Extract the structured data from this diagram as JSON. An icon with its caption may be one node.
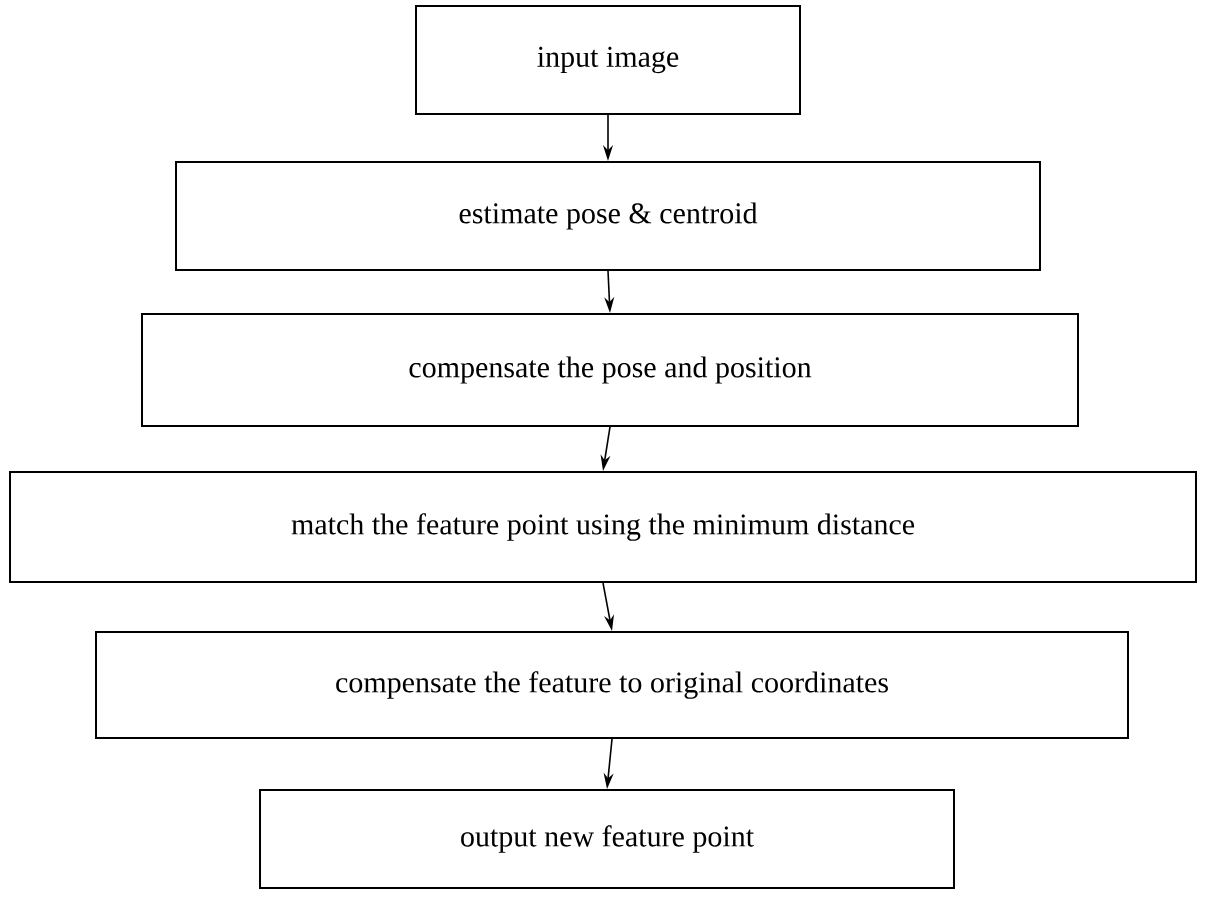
{
  "diagram": {
    "nodes": [
      {
        "text": [
          "input image"
        ]
      },
      {
        "text": [
          "estimate pose & centroid"
        ]
      },
      {
        "text": [
          "compensate the pose and position"
        ]
      },
      {
        "text": [
          "match the feature point using the minimum distance"
        ]
      },
      {
        "text": [
          "compensate the feature to original coordinates"
        ]
      },
      {
        "text": [
          "output new feature point"
        ]
      }
    ],
    "edges": [
      {
        "from": 0,
        "to": 1,
        "arrow": "to"
      },
      {
        "from": 1,
        "to": 2,
        "arrow": "to"
      },
      {
        "from": 2,
        "to": 3,
        "arrow": "to"
      },
      {
        "from": 3,
        "to": 4,
        "arrow": "to"
      },
      {
        "from": 4,
        "to": 5,
        "arrow": "to"
      }
    ]
  }
}
